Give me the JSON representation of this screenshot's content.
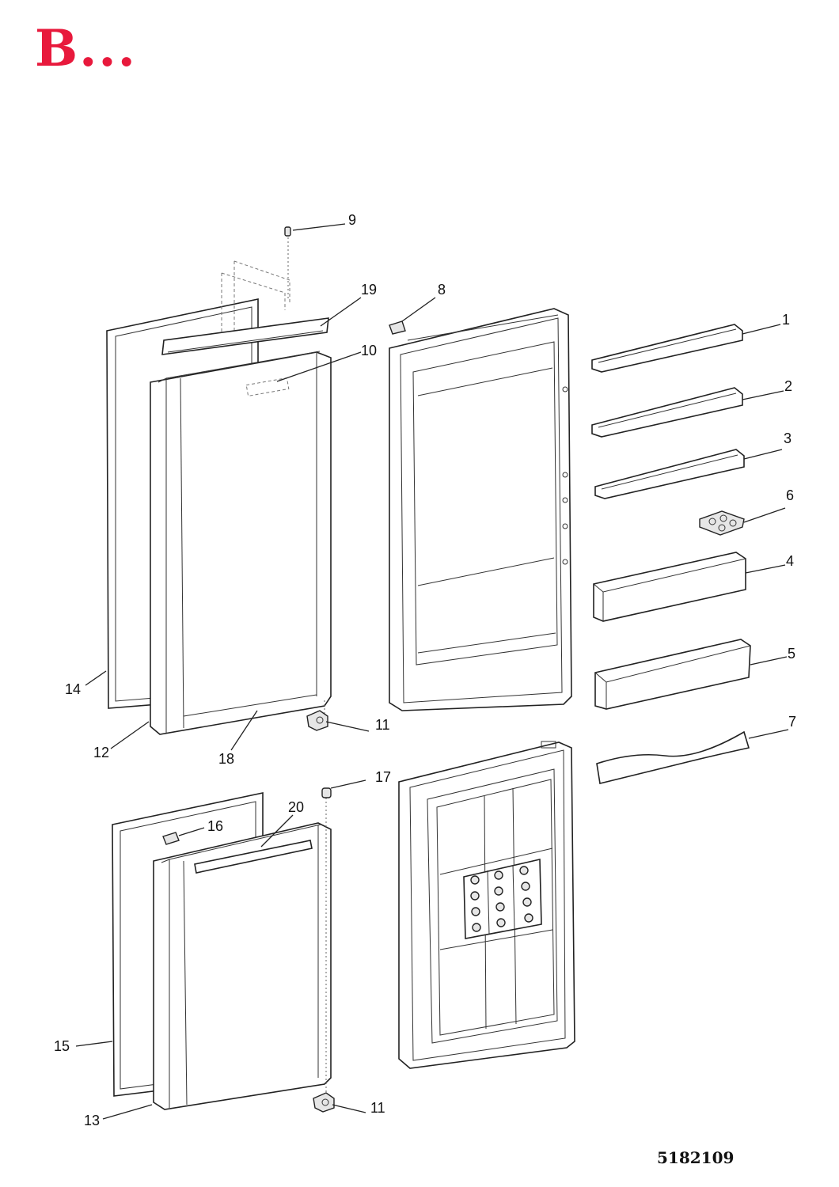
{
  "title": "B...",
  "drawing_code": "5182109",
  "callouts": {
    "c1": "1",
    "c2": "2",
    "c3": "3",
    "c4": "4",
    "c5": "5",
    "c6": "6",
    "c7": "7",
    "c8": "8",
    "c9": "9",
    "c10": "10",
    "c11a": "11",
    "c11b": "11",
    "c12": "12",
    "c13": "13",
    "c14": "14",
    "c15": "15",
    "c16": "16",
    "c17": "17",
    "c18": "18",
    "c19": "19",
    "c20": "20"
  },
  "colors": {
    "title": "#e8193c",
    "line": "#222222"
  }
}
